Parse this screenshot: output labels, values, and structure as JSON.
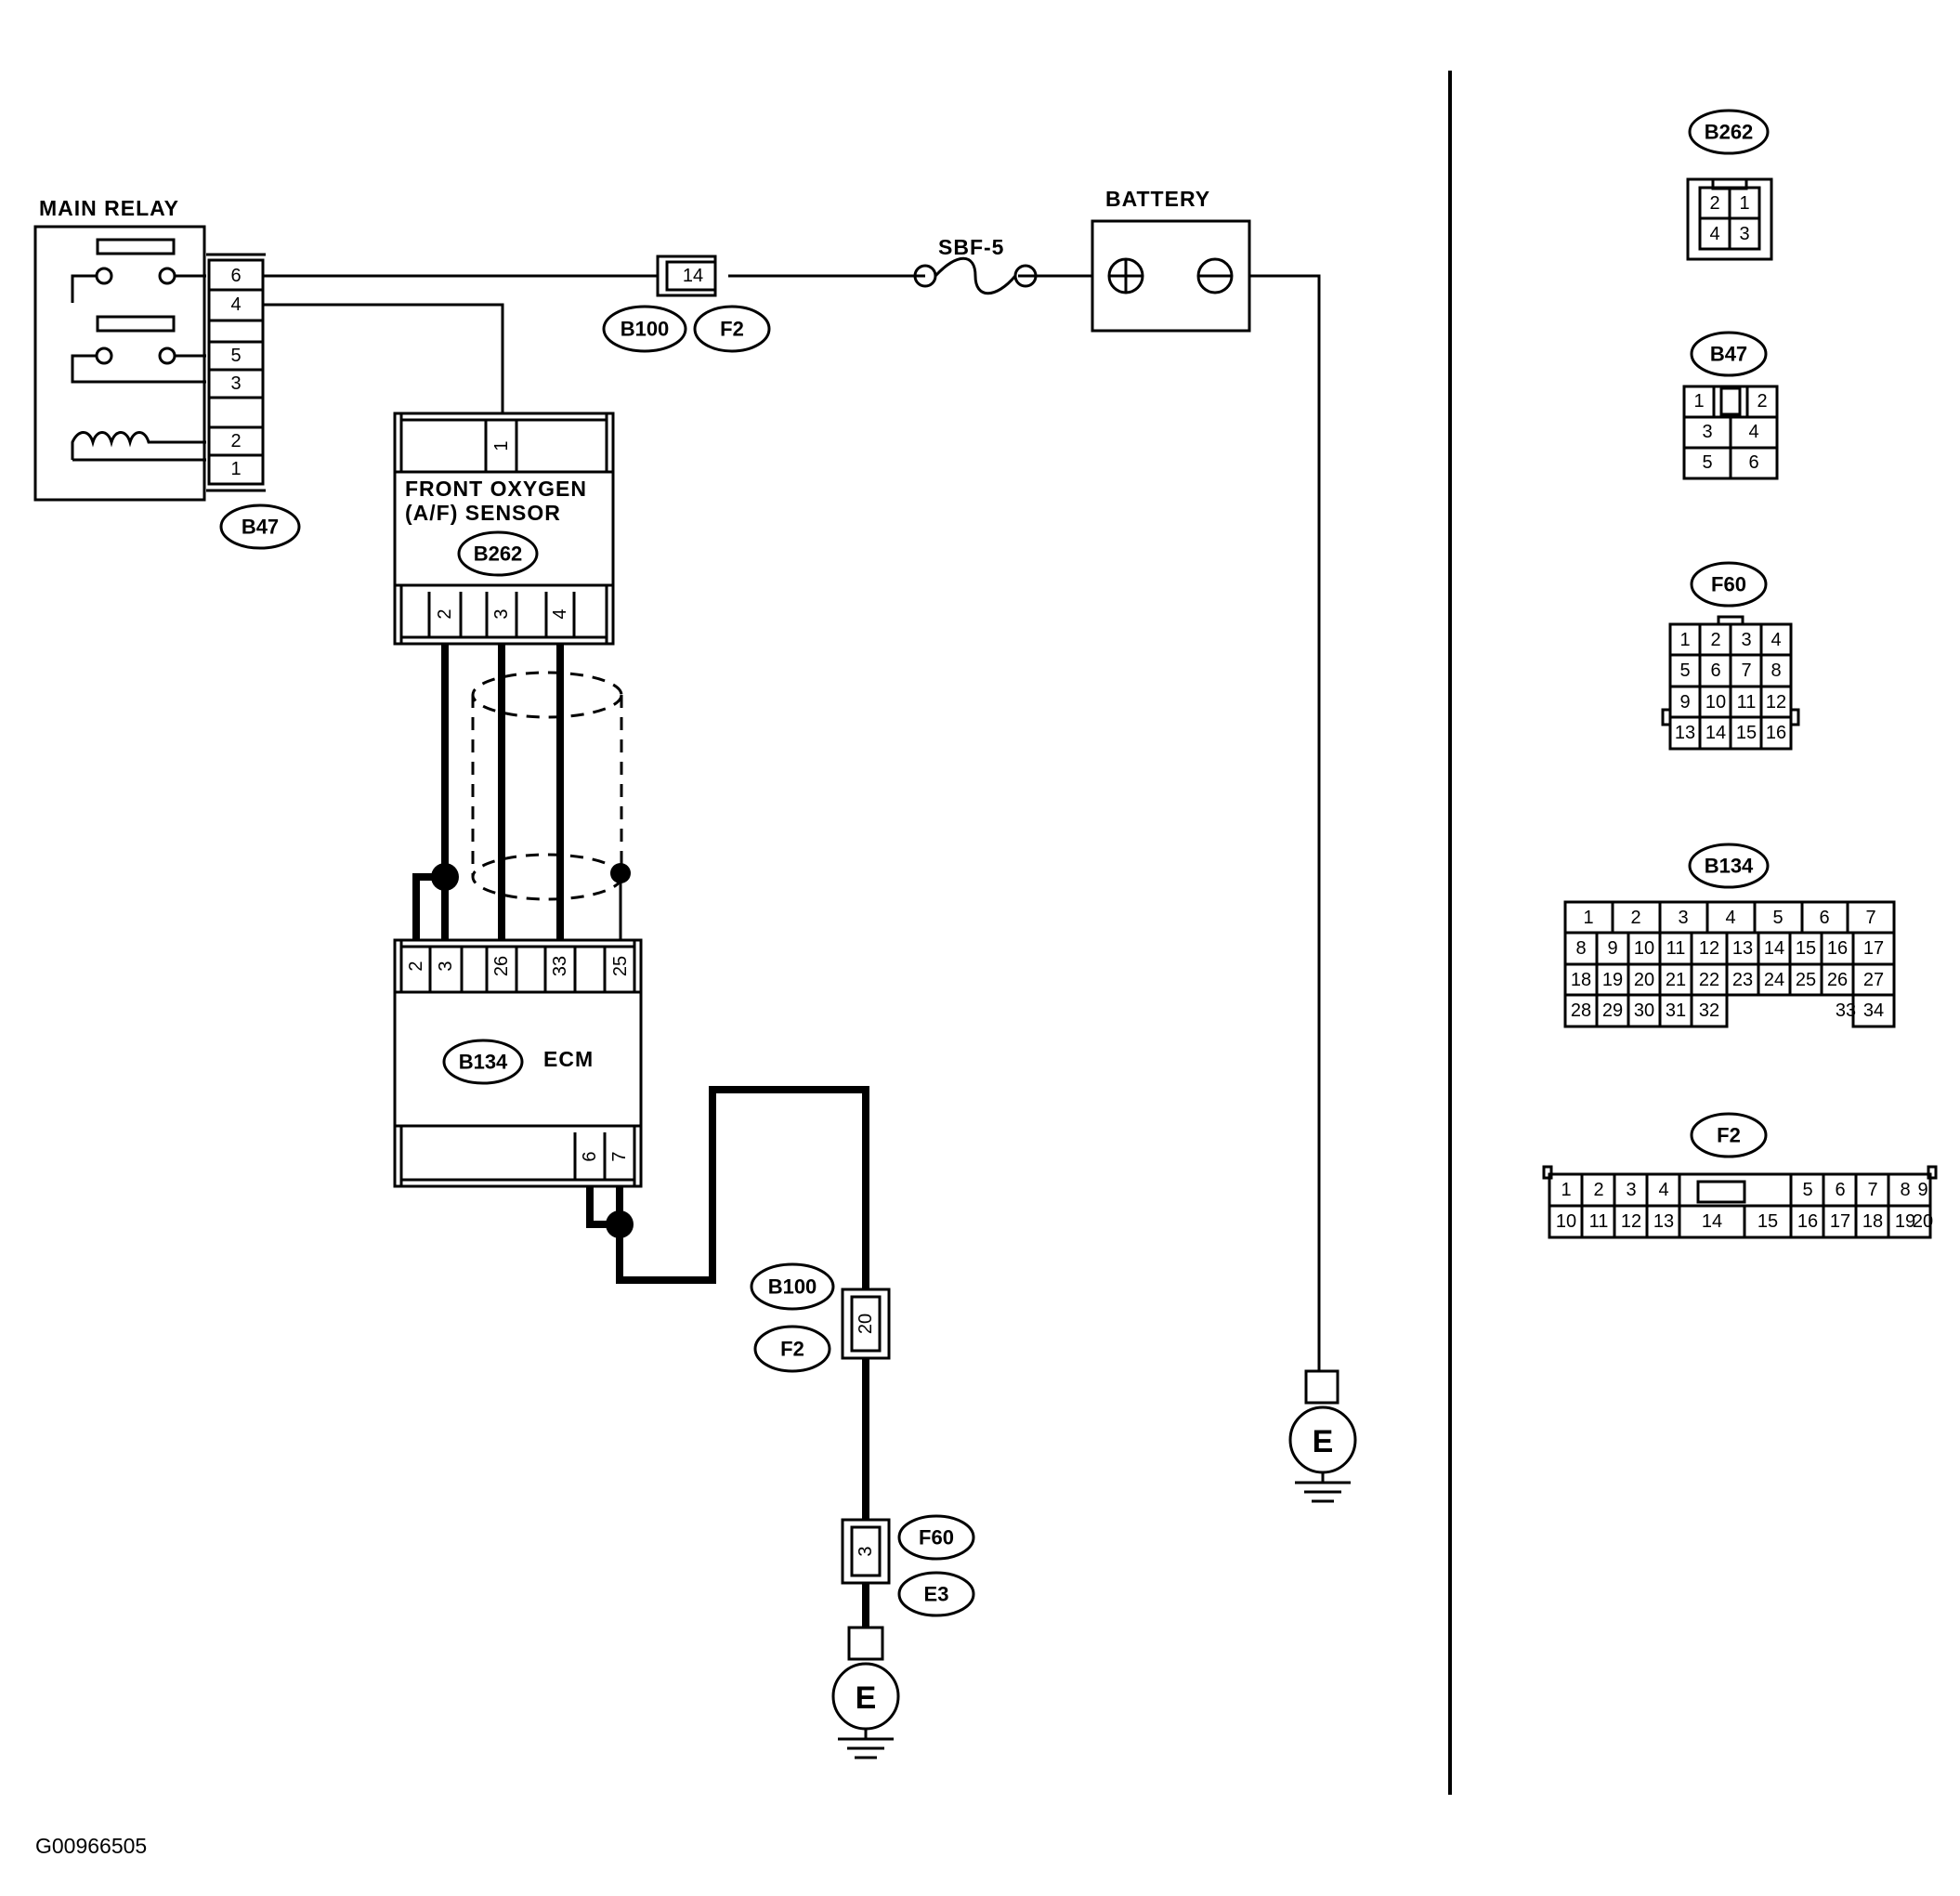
{
  "labels": {
    "main_relay": "MAIN RELAY",
    "battery": "BATTERY",
    "fuse": "SBF-5",
    "sensor_line1": "FRONT OXYGEN",
    "sensor_line2": "(A/F) SENSOR",
    "ecm": "ECM",
    "figure_id": "G00966505",
    "ground": "E"
  },
  "connector_ids": {
    "B47": "B47",
    "B100": "B100",
    "F2": "F2",
    "B262": "B262",
    "B134": "B134",
    "F60": "F60",
    "E3": "E3"
  },
  "pins": {
    "relay": [
      "6",
      "4",
      "5",
      "3",
      "2",
      "1"
    ],
    "b100_f2_upper": "14",
    "sensor_top": "1",
    "sensor_bottom": [
      "2",
      "3",
      "4"
    ],
    "ecm_top": [
      "2",
      "3",
      "26",
      "33",
      "25"
    ],
    "ecm_bottom": [
      "6",
      "7"
    ],
    "b100_f2_lower": "20",
    "f60_e3": "3"
  },
  "faces": {
    "B262": {
      "rows": [
        [
          "2",
          "1"
        ],
        [
          "4",
          "3"
        ]
      ]
    },
    "B47": {
      "rows": [
        [
          "1",
          "",
          "2"
        ],
        [
          "3",
          "4"
        ],
        [
          "5",
          "6"
        ]
      ]
    },
    "F60": {
      "rows": [
        [
          "1",
          "2",
          "3",
          "4"
        ],
        [
          "5",
          "6",
          "7",
          "8"
        ],
        [
          "9",
          "10",
          "11",
          "12"
        ],
        [
          "13",
          "14",
          "15",
          "16"
        ]
      ]
    },
    "B134": {
      "row1": [
        "1",
        "2",
        "3",
        "4",
        "5",
        "6",
        "7"
      ],
      "rows": [
        [
          "8",
          "9",
          "10",
          "11",
          "12",
          "13",
          "14",
          "15",
          "16",
          "17"
        ],
        [
          "18",
          "19",
          "20",
          "21",
          "22",
          "23",
          "24",
          "25",
          "26",
          "27"
        ],
        [
          "28",
          "29",
          "30",
          "31",
          "32",
          "",
          "",
          "",
          "33",
          "34"
        ]
      ]
    },
    "F2": {
      "rows": [
        [
          "1",
          "2",
          "3",
          "4",
          "",
          "",
          "5",
          "6",
          "7",
          "8",
          "9"
        ],
        [
          "10",
          "11",
          "12",
          "13",
          "14",
          "15",
          "16",
          "17",
          "18",
          "19",
          "20"
        ]
      ]
    }
  }
}
